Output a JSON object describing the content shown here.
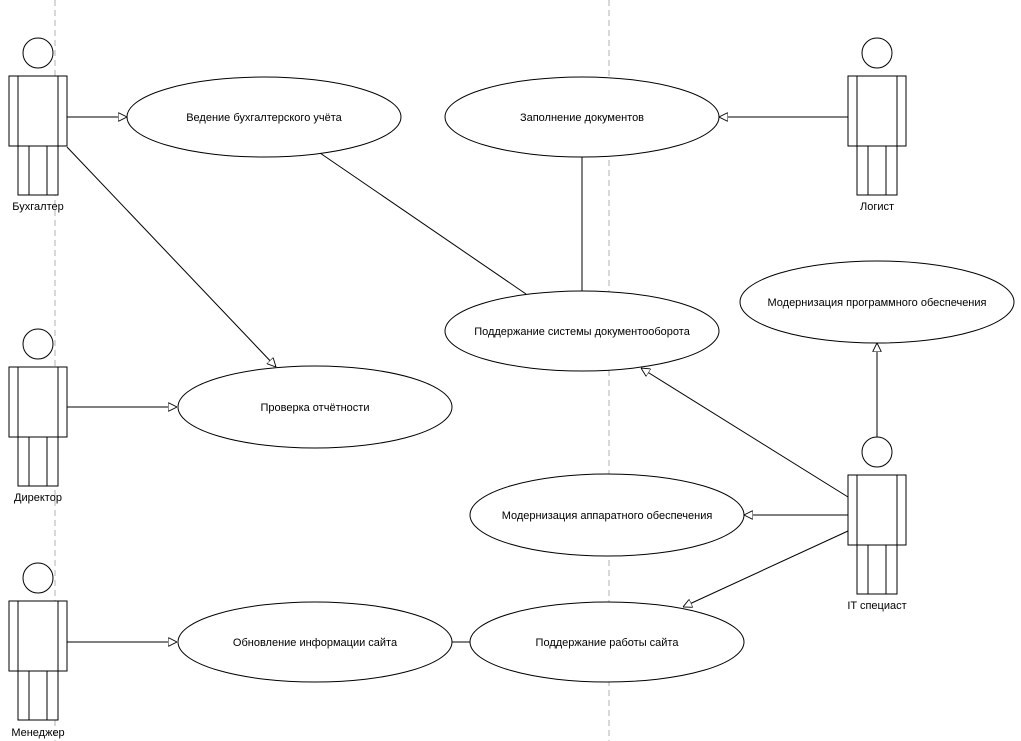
{
  "actors": {
    "accountant": "Бухгалтер",
    "logist": "Логист",
    "director": "Директор",
    "manager": "Менеджер",
    "it": "IT специаст"
  },
  "use_cases": {
    "accounting": "Ведение бухгалтерского учёта",
    "fill_docs": "Заполнение документов",
    "doc_system": "Поддержание системы документооборота",
    "software": "Модернизация программного обеспечения",
    "reports": "Проверка отчётности",
    "hardware": "Модернизация аппаратного обеспечения",
    "site_update": "Обновление информации сайта",
    "site_support": "Поддержание работы сайта"
  },
  "colors": {
    "stroke": "#000000",
    "background": "#ffffff",
    "swimlane": "#b0b0b0"
  }
}
